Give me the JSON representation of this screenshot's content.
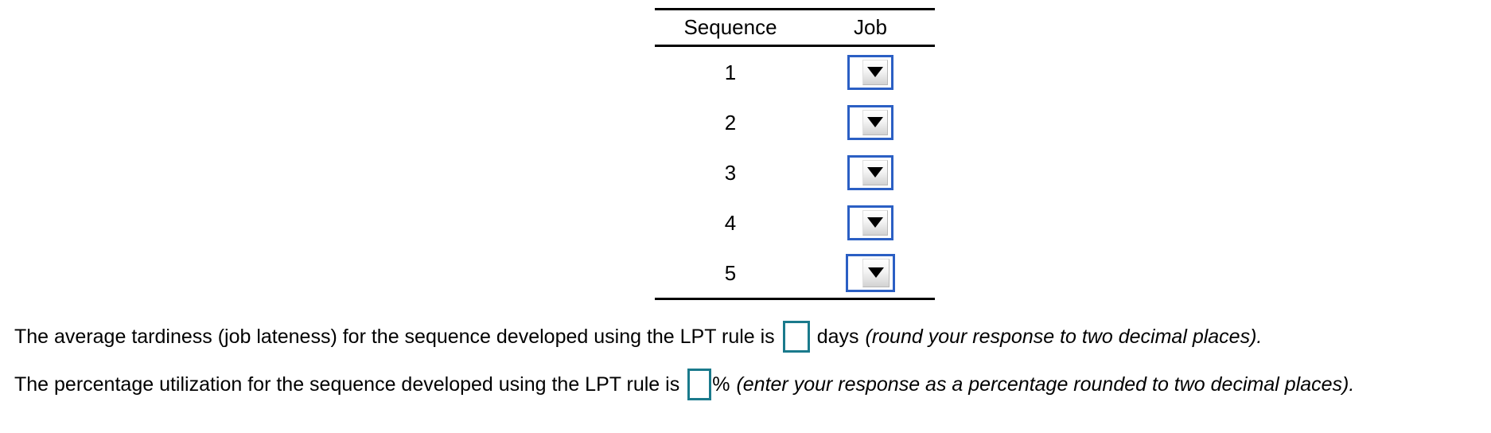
{
  "table": {
    "columns": [
      "Sequence",
      "Job"
    ],
    "rows": [
      {
        "sequence": "1",
        "job_value": "",
        "job_control": "dropdown-select"
      },
      {
        "sequence": "2",
        "job_value": "",
        "job_control": "dropdown-select"
      },
      {
        "sequence": "3",
        "job_value": "",
        "job_control": "dropdown-select"
      },
      {
        "sequence": "4",
        "job_value": "",
        "job_control": "dropdown-select"
      },
      {
        "sequence": "5",
        "job_value": "",
        "job_control": "dropdown-select"
      }
    ]
  },
  "questions": [
    {
      "text_before": "The average tardiness (job lateness) for the sequence developed using the LPT rule is",
      "input_value": "",
      "unit": "days",
      "hint": "(round your response to two decimal places)."
    },
    {
      "text_before": "The percentage utilization for the sequence developed using the LPT rule is",
      "input_value": "",
      "unit": "%",
      "hint": "(enter your response as a percentage rounded to two decimal places)."
    }
  ],
  "icons": {
    "caret": "chevron-down-icon"
  },
  "colors": {
    "dropdown_border": "#2b5fc4",
    "input_border": "#1a7a8c",
    "rule_color": "#000000",
    "page_background": "#ffffff"
  }
}
